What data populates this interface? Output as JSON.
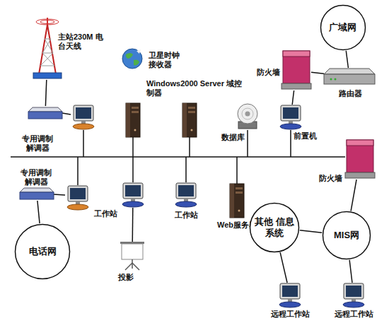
{
  "diagram": {
    "nodes": [
      {
        "text": [
          "主站230M 电台天线"
        ]
      },
      {
        "text": [
          "专用调制 解调器"
        ]
      },
      {
        "text": [
          "卫星时钟 接收器"
        ]
      },
      {
        "text": [
          "Windows2000 Server 域控制器"
        ]
      },
      {
        "text": [
          "广域网"
        ]
      },
      {
        "text": [
          "防火墙"
        ]
      },
      {
        "text": [
          "路由器"
        ]
      },
      {
        "text": [
          "数据库"
        ]
      },
      {
        "text": [
          "前置机"
        ]
      },
      {
        "text": [
          "专用调制 解调器"
        ]
      },
      {
        "text": [
          "工作站"
        ]
      },
      {
        "text": [
          "工作站"
        ]
      },
      {
        "text": [
          "Web服务器"
        ]
      },
      {
        "text": [
          "防火墙"
        ]
      },
      {
        "text": [
          "投影"
        ]
      },
      {
        "text": [
          "电话网"
        ]
      },
      {
        "text": [
          "其他 信息系统"
        ]
      },
      {
        "text": [
          "MIS网"
        ]
      },
      {
        "text": [
          "远程工作站"
        ]
      },
      {
        "text": [
          "远程工作站"
        ]
      }
    ],
    "edges": [
      {
        "from": 0,
        "to": 1,
        "arrow": "none"
      },
      {
        "from": 4,
        "to": 6,
        "arrow": "none"
      },
      {
        "from": 6,
        "to": 5,
        "arrow": "none"
      },
      {
        "from": 5,
        "to": 8,
        "arrow": "none"
      },
      {
        "from": 9,
        "to": 15,
        "arrow": "none"
      },
      {
        "from": 10,
        "to": 14,
        "arrow": "none"
      },
      {
        "from": 13,
        "to": 17,
        "arrow": "none"
      },
      {
        "from": 17,
        "to": 16,
        "arrow": "none"
      },
      {
        "from": 16,
        "to": 18,
        "arrow": "none"
      },
      {
        "from": 17,
        "to": 19,
        "arrow": "none"
      }
    ]
  }
}
